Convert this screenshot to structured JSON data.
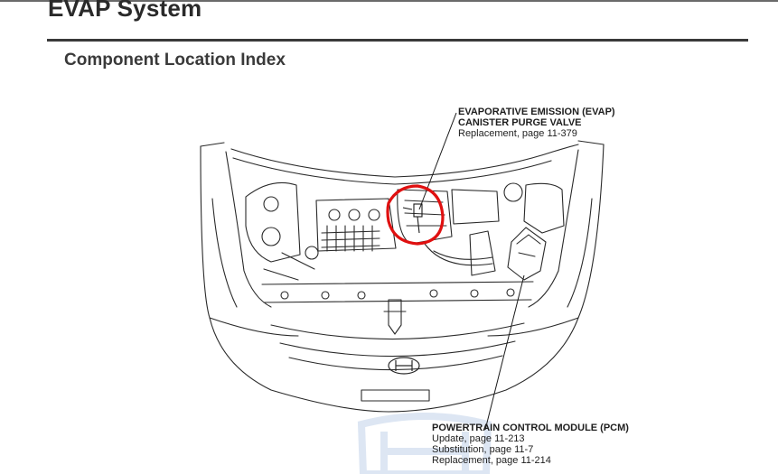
{
  "header": {
    "title": "EVAP System",
    "section": "Component Location Index"
  },
  "callouts": {
    "evap_purge_valve": {
      "line1": "EVAPORATIVE EMISSION (EVAP)",
      "line2": "CANISTER PURGE VALVE",
      "link1": "Replacement, page 11-379"
    },
    "pcm": {
      "line1": "POWERTRAIN CONTROL MODULE (PCM)",
      "link1": "Update, page 11-213",
      "link2": "Substitution, page 11-7",
      "link3": "Replacement, page 11-214"
    }
  },
  "colors": {
    "highlight": "#e01010",
    "line_art": "#2a2a2a",
    "rule": "#3a3a3a",
    "watermark": "#dde6f3"
  },
  "icons": {
    "emblem": "honda-h-emblem-icon",
    "watermark": "honda-watermark-icon"
  }
}
